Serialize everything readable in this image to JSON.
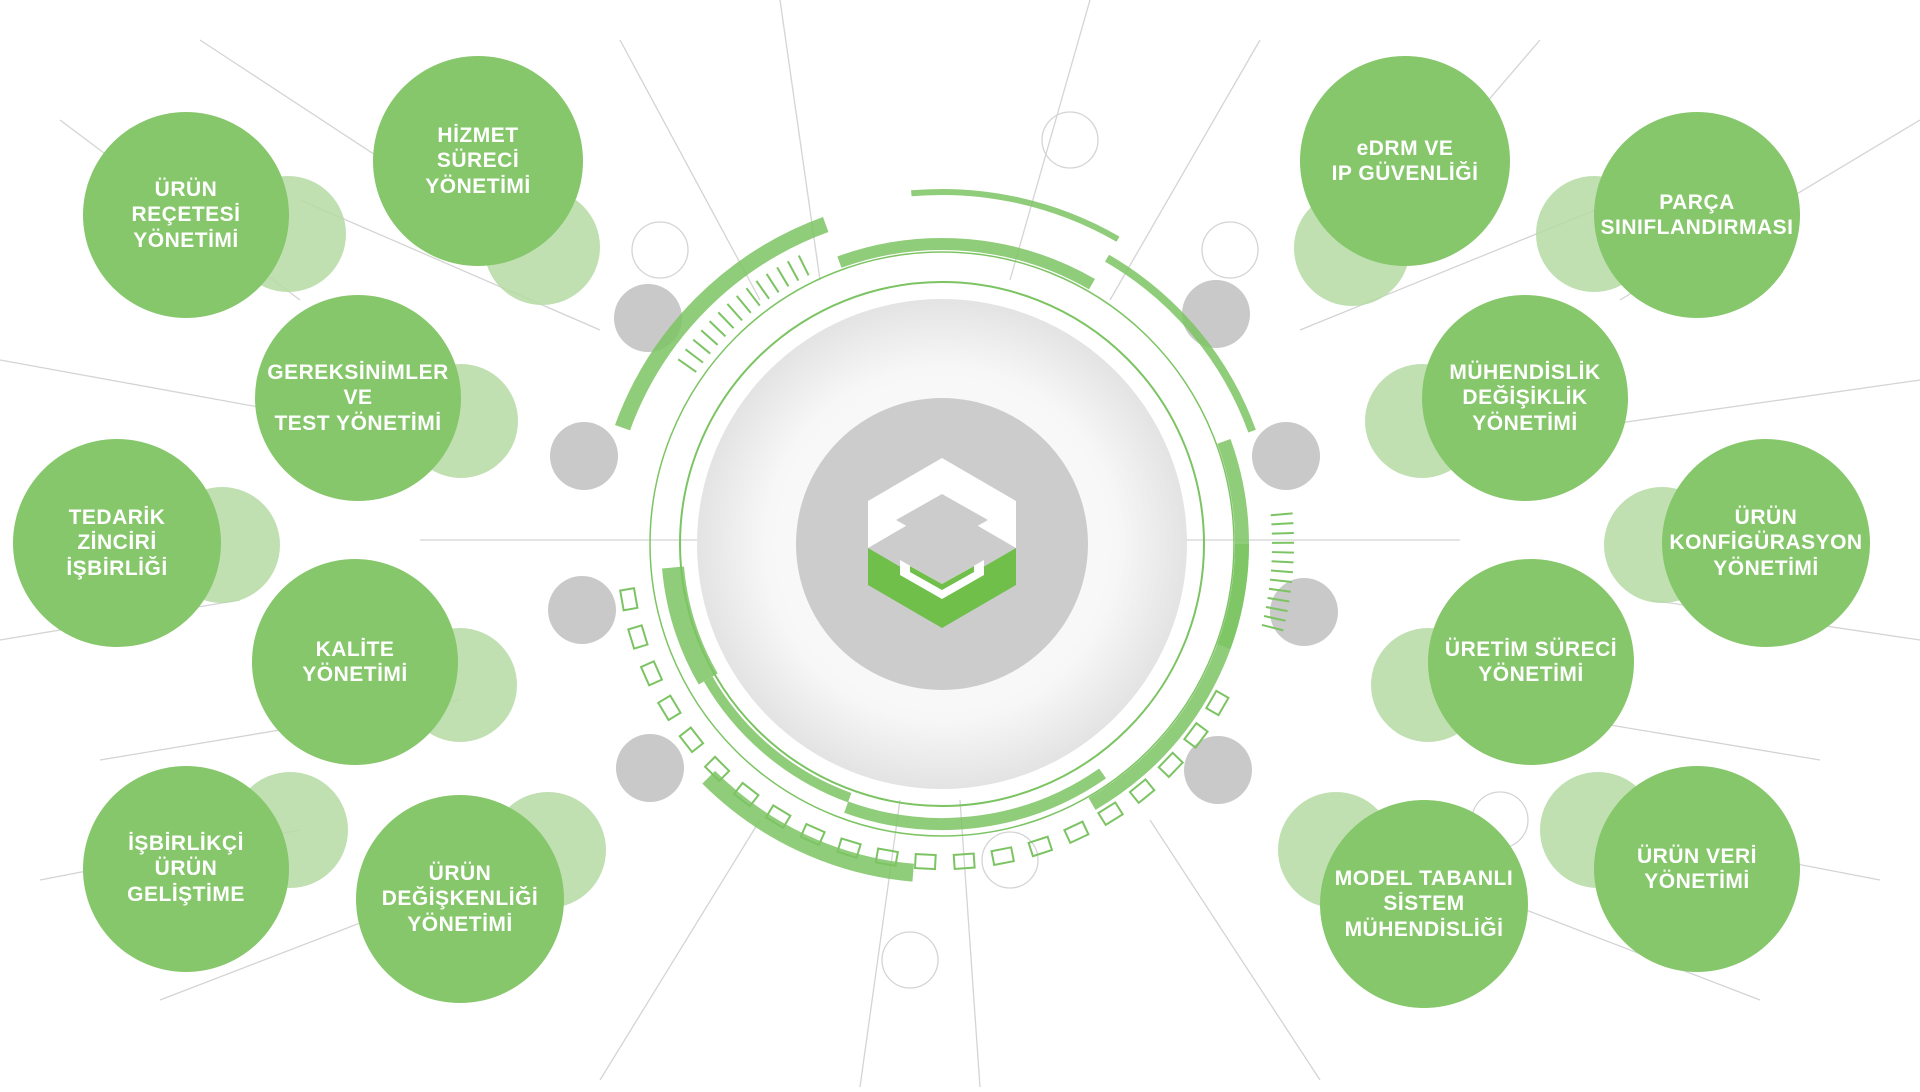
{
  "colors": {
    "primary_green": "#6fbf4a",
    "node_green": "#86c76b",
    "light_green": "#b5dba4",
    "ring_green": "#7cc463",
    "gray_circle": "#c9c9c9",
    "center_gray": "#cccccc",
    "line_gray": "#d4d4d4",
    "text_white": "#ffffff"
  },
  "center_logo": {
    "icon": "hexagon-logo-icon"
  },
  "nodes": [
    {
      "id": "urun-recetesi",
      "lines": [
        "ÜRÜN",
        "REÇETESİ",
        "YÖNETİMİ"
      ]
    },
    {
      "id": "hizmet-sureci",
      "lines": [
        "HİZMET",
        "SÜRECİ",
        "YÖNETİMİ"
      ]
    },
    {
      "id": "gereksinimler",
      "lines": [
        "GEREKSİNİMLER",
        "VE",
        "TEST YÖNETİMİ"
      ]
    },
    {
      "id": "tedarik-zinciri",
      "lines": [
        "TEDARİK",
        "ZİNCİRİ",
        "İŞBİRLİĞİ"
      ]
    },
    {
      "id": "kalite",
      "lines": [
        "KALİTE",
        "YÖNETİMİ"
      ]
    },
    {
      "id": "isbirlikci",
      "lines": [
        "İŞBİRLİKÇİ",
        "ÜRÜN GELİŞTİME"
      ]
    },
    {
      "id": "urun-degiskenligi",
      "lines": [
        "ÜRÜN",
        "DEĞİŞKENLİĞİ",
        "YÖNETİMİ"
      ]
    },
    {
      "id": "edrm",
      "lines": [
        "eDRM VE",
        "IP GÜVENLİĞİ"
      ]
    },
    {
      "id": "parca",
      "lines": [
        "PARÇA",
        "SINIFLANDIRMASI"
      ]
    },
    {
      "id": "muhendislik",
      "lines": [
        "MÜHENDİSLİK",
        "DEĞİŞİKLİK",
        "YÖNETİMİ"
      ]
    },
    {
      "id": "urun-konfigurasyon",
      "lines": [
        "ÜRÜN",
        "KONFİGÜRASYON",
        "YÖNETİMİ"
      ]
    },
    {
      "id": "uretim-sureci",
      "lines": [
        "ÜRETİM SÜRECİ",
        "YÖNETİMİ"
      ]
    },
    {
      "id": "model-tabanli",
      "lines": [
        "MODEL TABANLI",
        "SİSTEM",
        "MÜHENDİSLİĞİ"
      ]
    },
    {
      "id": "urun-veri",
      "lines": [
        "ÜRÜN VERİ",
        "YÖNETİMİ"
      ]
    }
  ]
}
